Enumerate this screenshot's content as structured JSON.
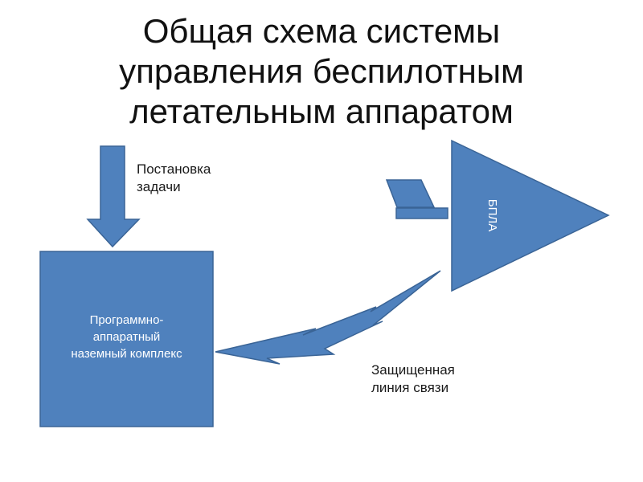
{
  "title": {
    "lines": [
      "Общая схема системы",
      "управления беспилотным",
      "летательным аппаратом"
    ]
  },
  "input_label": {
    "lines": [
      "Постановка",
      "задачи"
    ]
  },
  "ground_complex": {
    "lines": [
      "Программно-",
      "аппаратный",
      "наземный комплекс"
    ]
  },
  "uav": {
    "label": "БПЛА"
  },
  "link_label": {
    "lines": [
      "Защищенная",
      "линия связи"
    ]
  },
  "colors": {
    "shape_fill": "#4f81bd",
    "shape_stroke": "#3a6496",
    "text_on_shape": "#ffffff"
  }
}
